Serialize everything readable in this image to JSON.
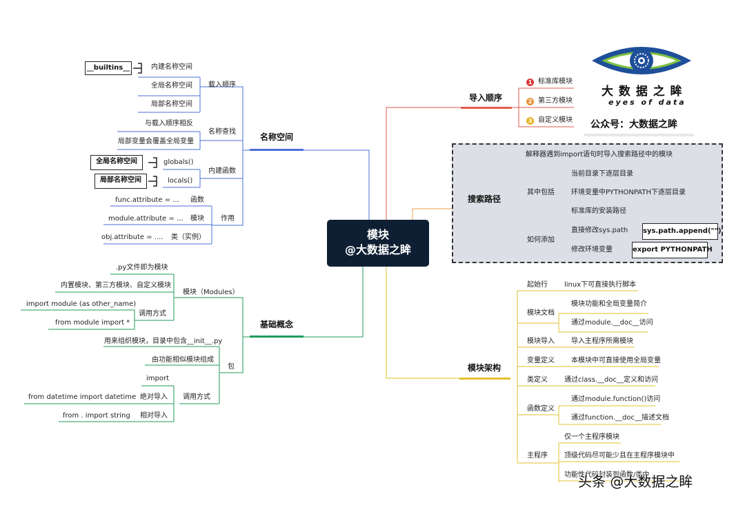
{
  "center": {
    "line1": "模块",
    "line2": "@大数据之眸"
  },
  "brand": {
    "cn_name": "大 数 据 之 眸",
    "en_name": "eyes of data",
    "account": "公众号：大数据之眸",
    "colors": {
      "ring_blue": "#1e4f9a",
      "ring_green": "#7cc242",
      "center": "#0f1f33"
    }
  },
  "branches": {
    "namespace": {
      "title": "名称空间",
      "load_order": {
        "label": "载入顺序",
        "items": [
          "内建名称空间",
          "全局名称空间",
          "局部名称空间"
        ],
        "builtins_box": "__builtins__"
      },
      "lookup": {
        "label": "名称查找",
        "items": [
          "与载入顺序相反",
          "局部变量会覆盖全局变量"
        ]
      },
      "builtin_funcs": {
        "label": "内建函数",
        "globals_fn": "globals()",
        "locals_fn": "locals()",
        "globals_box": "全局名称空间",
        "locals_box": "局部名称空间"
      },
      "role": {
        "label": "作用",
        "rows": [
          {
            "expr": "func.attribute = ...",
            "meaning": "函数"
          },
          {
            "expr": "module.attribute = ...",
            "meaning": "模块"
          },
          {
            "expr": "obj.attribute = ....",
            "meaning": "类（实例）"
          }
        ]
      }
    },
    "basics": {
      "title": "基础概念",
      "modules": {
        "label": "模块（Modules）",
        "items": [
          ".py文件即为模块",
          "内置模块、第三方模块、自定义模块"
        ],
        "usage_label": "调用方式",
        "usage_items": [
          "import module (as other_name)",
          "from module import *"
        ]
      },
      "package": {
        "label": "包",
        "items": [
          "用来组织模块，目录中包含__init__.py",
          "由功能相似模块组成"
        ],
        "usage_label": "调用方式",
        "usage": [
          {
            "code": "import",
            "kind": ""
          },
          {
            "code": "from datetime import datetime",
            "kind": "绝对导入"
          },
          {
            "code": "from . import string",
            "kind": "相对导入"
          }
        ]
      }
    },
    "import_order": {
      "title": "导入顺序",
      "items": [
        {
          "num": "1",
          "label": "标准库模块",
          "color": "#d83b3b"
        },
        {
          "num": "2",
          "label": "第三方模块",
          "color": "#e8923a"
        },
        {
          "num": "3",
          "label": "自定义模块",
          "color": "#e6b422"
        }
      ]
    },
    "search_path": {
      "title": "搜索路径",
      "intro": "解释器遇到import语句时导入搜索路径中的模块",
      "includes_label": "其中包括",
      "includes": [
        "当前目录下逐层目录",
        "环境变量中PYTHONPATH下逐层目录",
        "标准库的安装路径"
      ],
      "how_label": "如何添加",
      "how": [
        {
          "text": "直接修改sys.path",
          "code": "sys.path.append(\"\")"
        },
        {
          "text": "修改环境变量",
          "code": "export PYTHONPATH"
        }
      ]
    },
    "architecture": {
      "title": "模块架构",
      "rows": [
        {
          "label": "起始行",
          "items": [
            "linux下可直接执行脚本"
          ]
        },
        {
          "label": "模块文档",
          "items": [
            "模块功能和全局变量简介",
            "通过module.__doc__访问"
          ]
        },
        {
          "label": "模块导入",
          "items": [
            "导入主程序所需模块"
          ]
        },
        {
          "label": "变量定义",
          "items": [
            "本模块中可直接使用全局变量"
          ]
        },
        {
          "label": "类定义",
          "items": [
            "通过class.__doc__定义和访问"
          ]
        },
        {
          "label": "函数定义",
          "items": [
            "通过module.function()访问",
            "通过function.__doc__描述文档"
          ]
        },
        {
          "label": "主程序",
          "items": [
            "仅一个主程序模块",
            "顶级代码尽可能少且在主程序模块中",
            "功能性代码封装到函数/类中"
          ]
        }
      ]
    }
  },
  "watermark": "头条 @大数据之眸"
}
